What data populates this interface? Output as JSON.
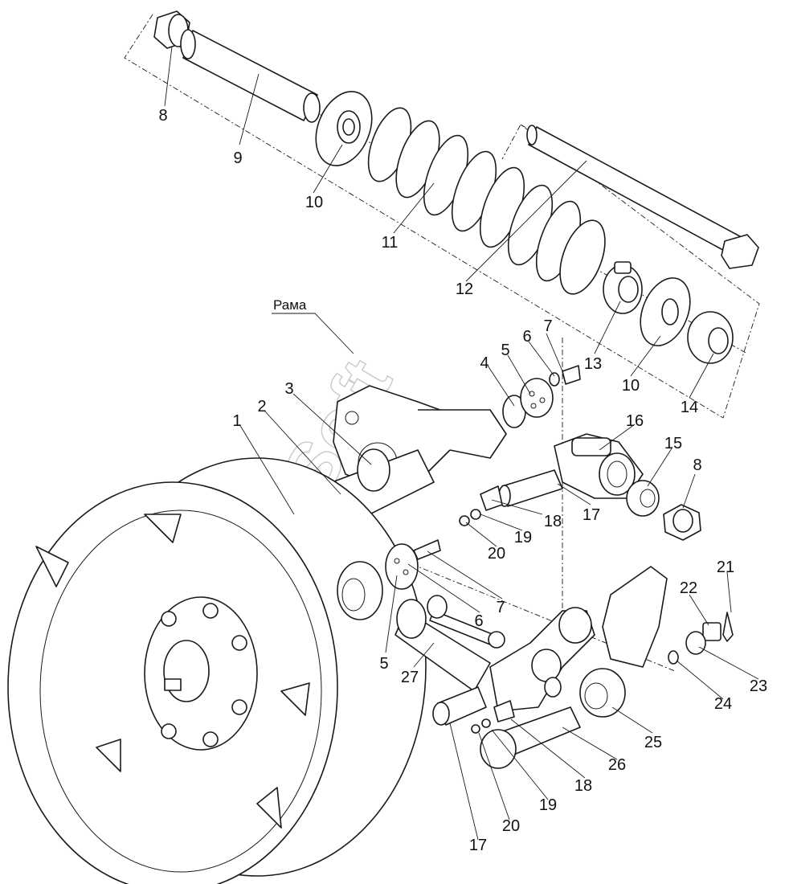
{
  "frame_label": "Рама",
  "watermark": "AutoSoft",
  "callouts": [
    {
      "id": "c8a",
      "text": "8"
    },
    {
      "id": "c9",
      "text": "9"
    },
    {
      "id": "c10a",
      "text": "10"
    },
    {
      "id": "c11",
      "text": "11"
    },
    {
      "id": "c12",
      "text": "12"
    },
    {
      "id": "c7a",
      "text": "7"
    },
    {
      "id": "c6a",
      "text": "6"
    },
    {
      "id": "c5a",
      "text": "5"
    },
    {
      "id": "c4",
      "text": "4"
    },
    {
      "id": "c13",
      "text": "13"
    },
    {
      "id": "c10b",
      "text": "10"
    },
    {
      "id": "c14",
      "text": "14"
    },
    {
      "id": "c3",
      "text": "3"
    },
    {
      "id": "c2",
      "text": "2"
    },
    {
      "id": "c1",
      "text": "1"
    },
    {
      "id": "c16",
      "text": "16"
    },
    {
      "id": "c15",
      "text": "15"
    },
    {
      "id": "c8b",
      "text": "8"
    },
    {
      "id": "c17a",
      "text": "17"
    },
    {
      "id": "c18a",
      "text": "18"
    },
    {
      "id": "c19a",
      "text": "19"
    },
    {
      "id": "c20a",
      "text": "20"
    },
    {
      "id": "c7b",
      "text": "7"
    },
    {
      "id": "c6b",
      "text": "6"
    },
    {
      "id": "c5b",
      "text": "5"
    },
    {
      "id": "c27",
      "text": "27"
    },
    {
      "id": "c21",
      "text": "21"
    },
    {
      "id": "c22",
      "text": "22"
    },
    {
      "id": "c23",
      "text": "23"
    },
    {
      "id": "c24",
      "text": "24"
    },
    {
      "id": "c25",
      "text": "25"
    },
    {
      "id": "c26",
      "text": "26"
    },
    {
      "id": "c18b",
      "text": "18"
    },
    {
      "id": "c19b",
      "text": "19"
    },
    {
      "id": "c20b",
      "text": "20"
    },
    {
      "id": "c17b",
      "text": "17"
    }
  ]
}
